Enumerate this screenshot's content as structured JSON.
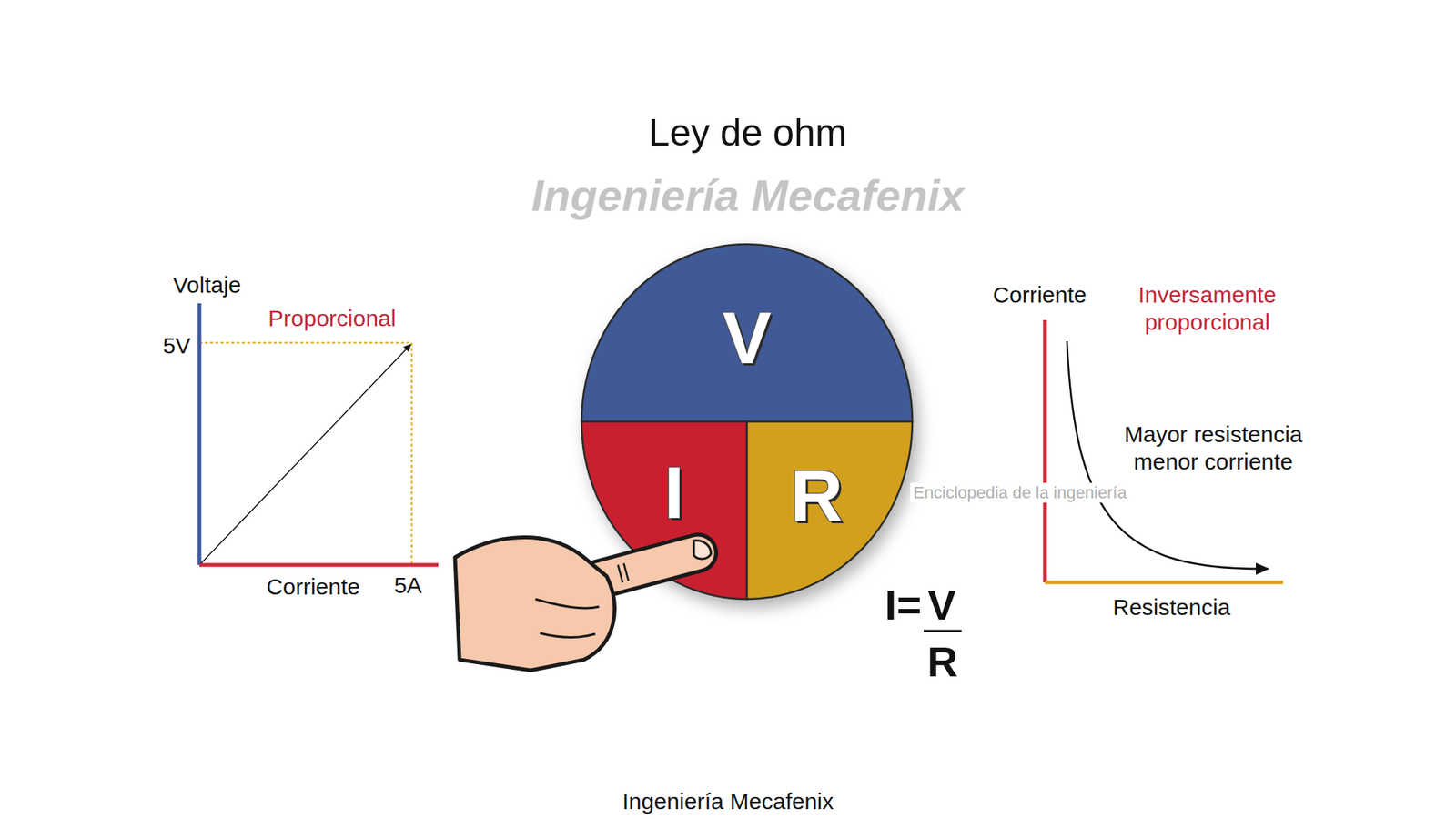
{
  "diagram": {
    "title": "Ley de ohm",
    "caption": "Ingeniería Mecafenix",
    "nodes": [
      {
        "text": [
          "V"
        ]
      },
      {
        "text": [
          "I"
        ]
      },
      {
        "text": [
          "R"
        ]
      }
    ],
    "labels": [
      "Voltaje",
      "Proporcional",
      "5V",
      "Corriente",
      "5A",
      "Corriente",
      "Inversamente proporcional",
      "Mayor resistencia menor corriente",
      "Resistencia",
      "I=",
      "V",
      "R",
      "Ingeniería Mecafenix",
      "Enciclopedia de la ingeniería"
    ]
  }
}
